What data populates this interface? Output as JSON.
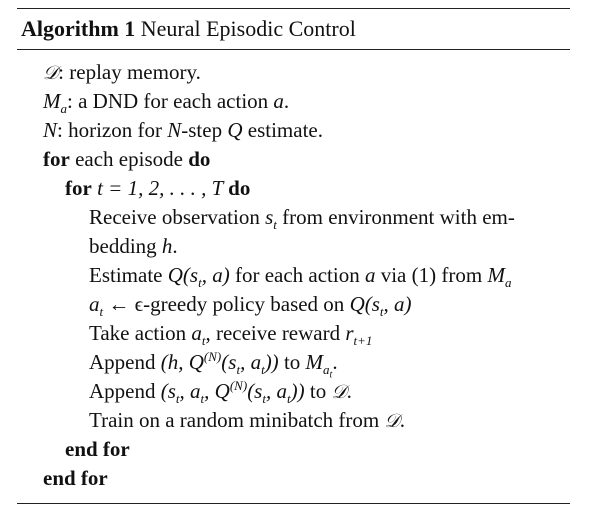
{
  "algorithm": {
    "label": "Algorithm 1",
    "title": "Neural Episodic Control"
  },
  "lines": {
    "l1": {
      "sym": "𝒟",
      "text": ": replay memory."
    },
    "l2": {
      "sym": "M",
      "sub": "a",
      "text": ": a DND for each action ",
      "var": "a",
      "end": "."
    },
    "l3": {
      "sym": "N",
      "text1": ": horizon for ",
      "sym2": "N",
      "text2": "-step ",
      "sym3": "Q",
      "text3": " estimate."
    },
    "l4": {
      "kw1": "for",
      "text": " each episode ",
      "kw2": "do"
    },
    "l5": {
      "kw1": "for",
      "expr": " t = 1, 2, . . . , T ",
      "kw2": "do"
    },
    "l6": {
      "text1": "Receive observation ",
      "var": "s",
      "sub": "t",
      "text2": " from environment with em-"
    },
    "l7": {
      "text1": "bedding ",
      "var": "h",
      "end": "."
    },
    "l8": {
      "text1": "Estimate ",
      "expr1": "Q(s",
      "sub": "t",
      "expr2": ", a)",
      "text2": " for each action ",
      "var": "a",
      "text3": " via (1) from ",
      "var2": "M",
      "sub2": "a"
    },
    "l9": {
      "var": "a",
      "sub": "t",
      "text1": " ← ϵ-greedy policy based on ",
      "expr1": "Q(s",
      "sub2": "t",
      "expr2": ", a)"
    },
    "l10": {
      "text1": "Take action ",
      "var": "a",
      "sub": "t",
      "text2": ", receive reward ",
      "var2": "r",
      "sub2": "t+1"
    },
    "l11": {
      "text1": "Append ",
      "expr1": "(h, Q",
      "sup": "(N)",
      "expr2": "(s",
      "sub": "t",
      "expr3": ", a",
      "sub2": "t",
      "expr4": "))",
      "text2": " to ",
      "var": "M",
      "sub3": "a",
      "sub4": "t",
      "end": "."
    },
    "l12": {
      "text1": "Append ",
      "expr1": "(s",
      "sub": "t",
      "expr2": ", a",
      "sub2": "t",
      "expr3": ", Q",
      "sup": "(N)",
      "expr4": "(s",
      "sub3": "t",
      "expr5": ", a",
      "sub4": "t",
      "expr6": "))",
      "text2": " to ",
      "sym": "𝒟",
      "end": "."
    },
    "l13": {
      "text1": "Train on a random minibatch from ",
      "sym": "𝒟",
      "end": "."
    },
    "l14": {
      "kw": "end for"
    },
    "l15": {
      "kw": "end for"
    }
  }
}
